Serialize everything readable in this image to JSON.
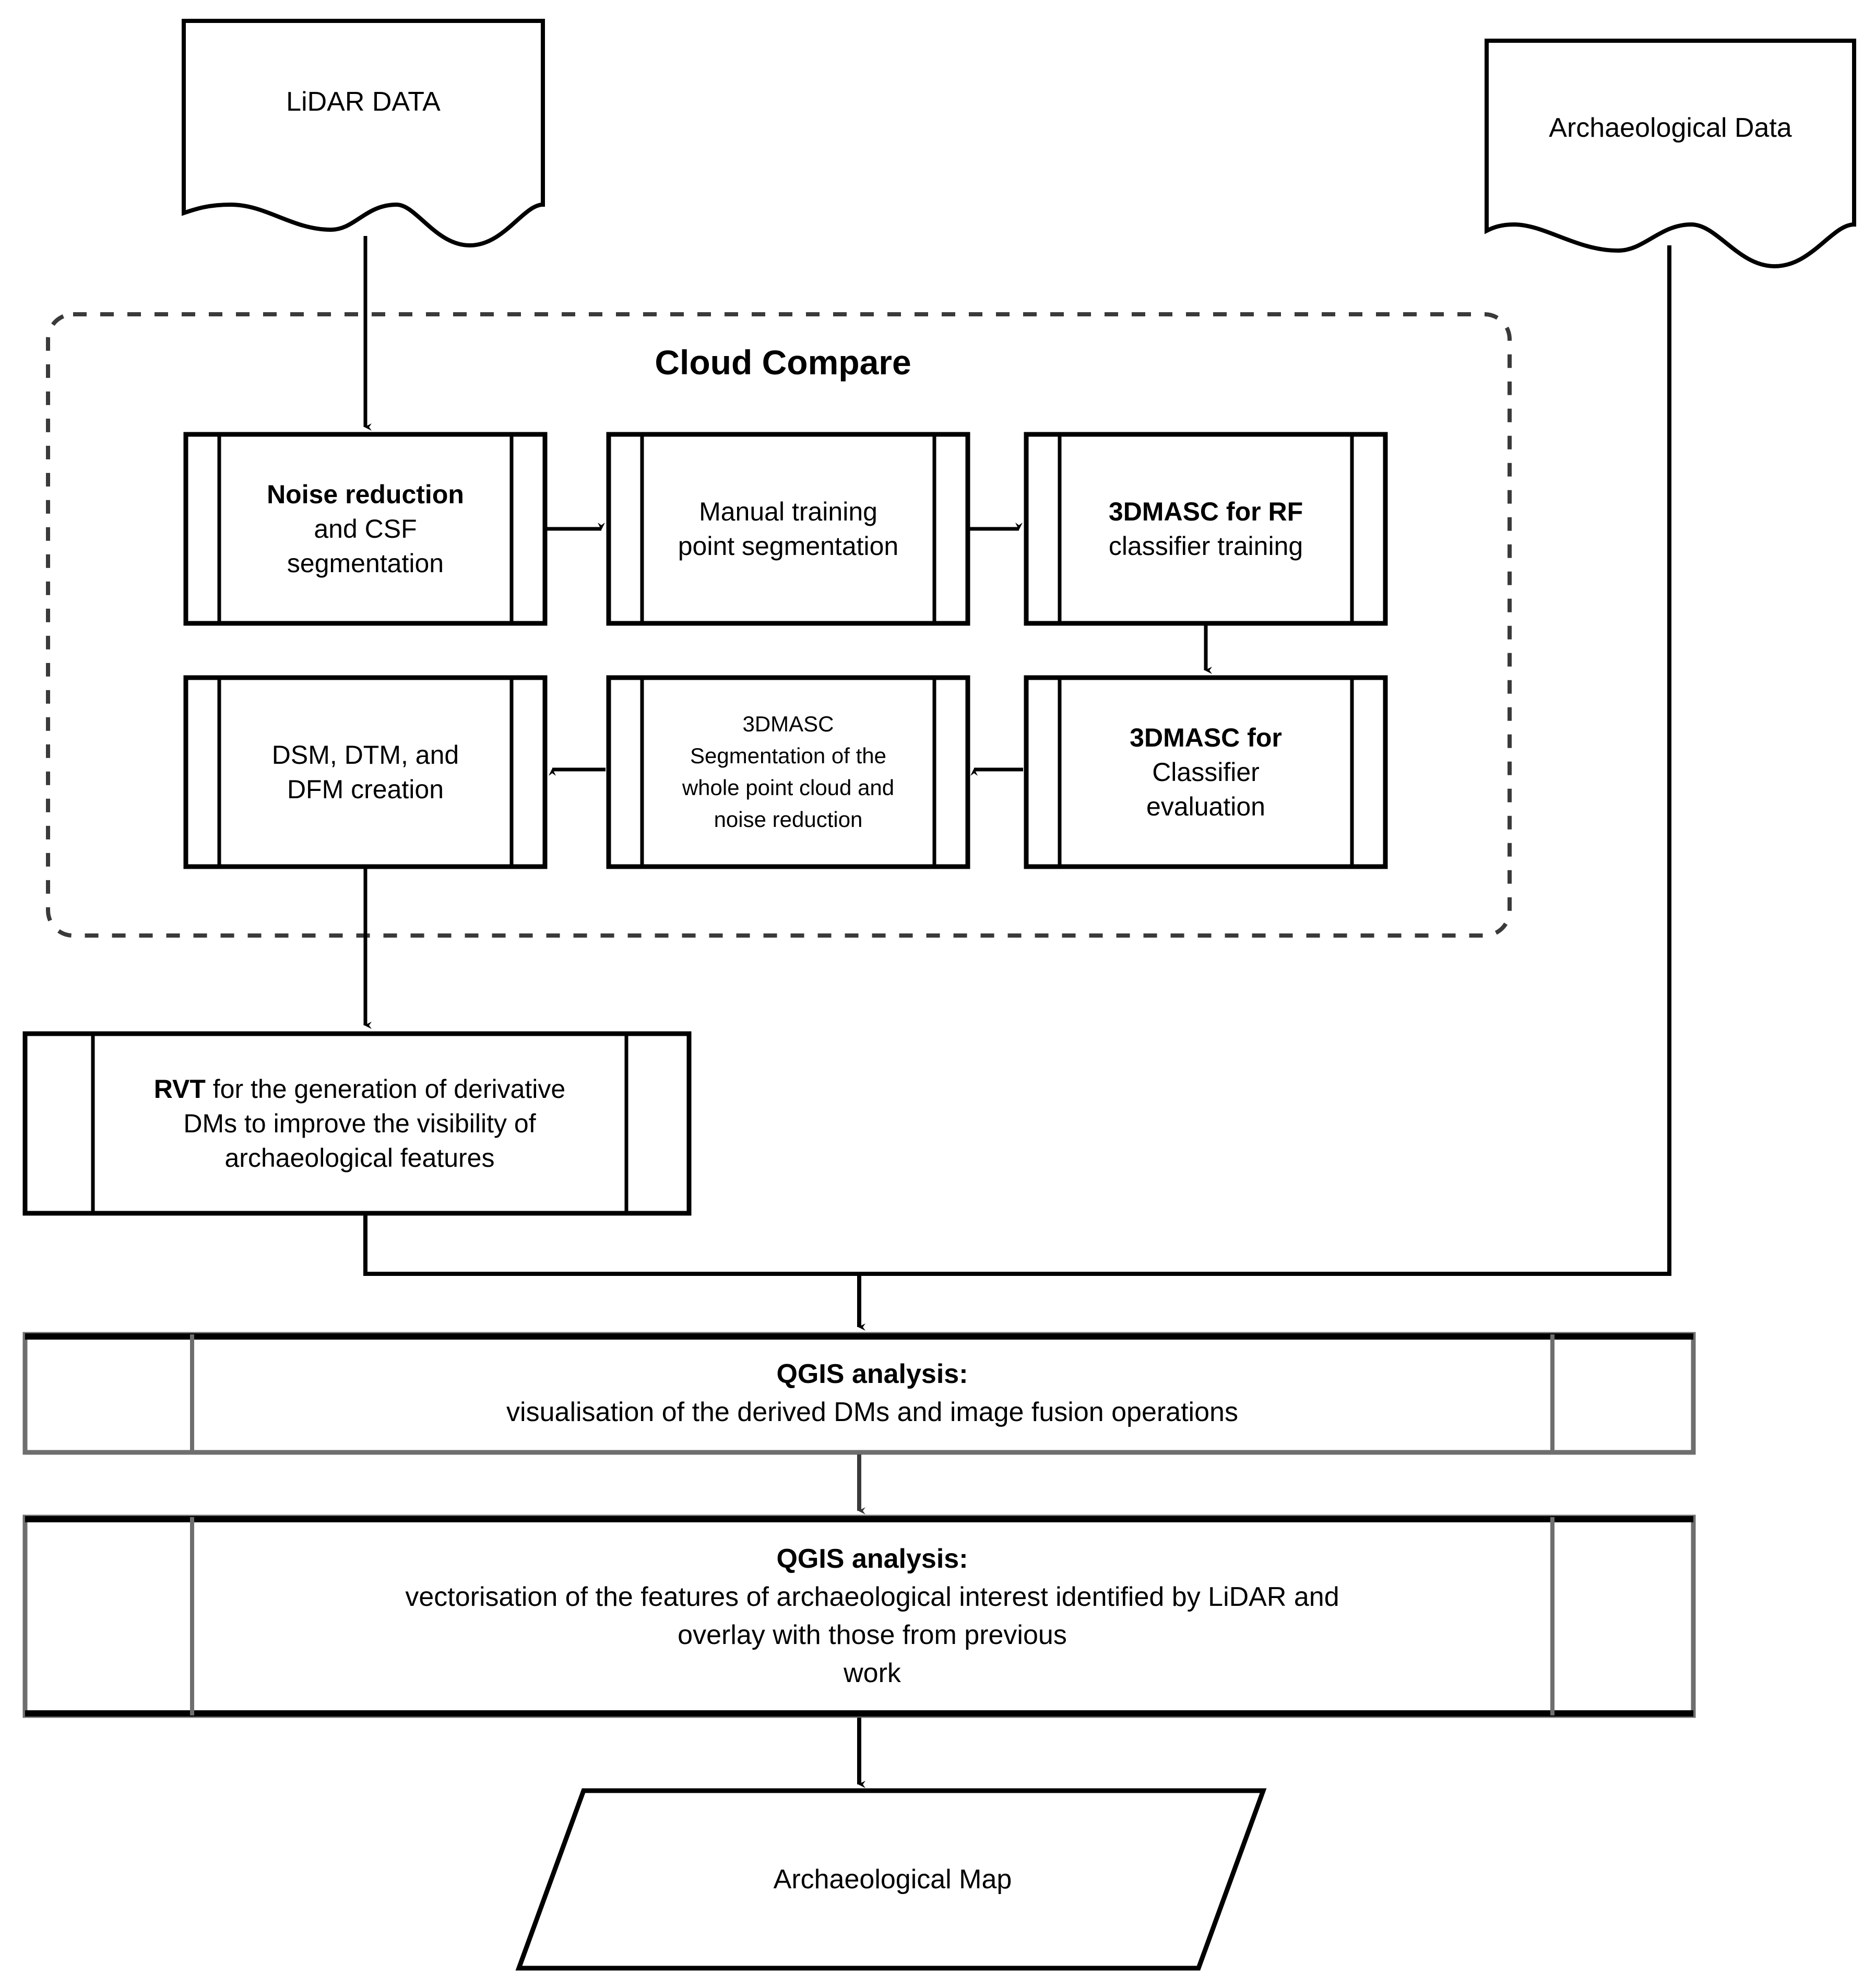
{
  "diagram": {
    "title": "LiDAR archaeological processing workflow",
    "colors": {
      "stroke": "#000000",
      "stroke_soft": "#6E6E6E",
      "fill": "#FFFFFF",
      "background": "#FFFFFF"
    },
    "group": {
      "label": "Cloud Compare",
      "border_style": "dashed"
    },
    "inputs": [
      {
        "id": "lidar-data",
        "shape": "document",
        "label": "LiDAR DATA"
      },
      {
        "id": "archaeological-data",
        "shape": "document",
        "label": "Archaeological Data"
      }
    ],
    "steps": [
      {
        "id": "noise-reduction",
        "shape": "predefined-process",
        "lines": [
          {
            "text": "Noise reduction",
            "bold": true
          },
          {
            "text": "and CSF",
            "bold": false
          },
          {
            "text": "segmentation",
            "bold": false
          }
        ]
      },
      {
        "id": "manual-training",
        "shape": "predefined-process",
        "lines": [
          {
            "text": "Manual training",
            "bold": false
          },
          {
            "text": "point segmentation",
            "bold": false
          }
        ]
      },
      {
        "id": "rf-classifier-training",
        "shape": "predefined-process",
        "lines": [
          {
            "text": "3DMASC for RF",
            "bold": true
          },
          {
            "text": "classifier training",
            "bold": false
          }
        ]
      },
      {
        "id": "classifier-evaluation",
        "shape": "predefined-process",
        "lines": [
          {
            "text": "3DMASC for",
            "bold": true
          },
          {
            "text": "Classifier",
            "bold": false
          },
          {
            "text": "evaluation",
            "bold": false
          }
        ]
      },
      {
        "id": "whole-cloud-segmentation",
        "shape": "predefined-process",
        "lines": [
          {
            "text": "3DMASC",
            "bold": false
          },
          {
            "text": "Segmentation of the",
            "bold": false
          },
          {
            "text": "whole point cloud and",
            "bold": false
          },
          {
            "text": "noise reduction",
            "bold": false
          }
        ]
      },
      {
        "id": "dsm-dtm-dfm",
        "shape": "predefined-process",
        "lines": [
          {
            "text": "DSM, DTM, and",
            "bold": false
          },
          {
            "text": "DFM creation",
            "bold": false
          }
        ]
      },
      {
        "id": "rvt-generation",
        "shape": "predefined-process",
        "lines": [
          {
            "text": "RVT for the generation of derivative",
            "bold_prefix": "RVT"
          },
          {
            "text": "DMs to improve the visibility of",
            "bold": false
          },
          {
            "text": "archaeological features",
            "bold": false
          }
        ]
      },
      {
        "id": "qgis-visualisation",
        "shape": "predefined-process",
        "lines": [
          {
            "text": "QGIS analysis:",
            "bold": true
          },
          {
            "text": "visualisation of the derived DMs and image fusion operations",
            "bold": false
          }
        ]
      },
      {
        "id": "qgis-vectorisation",
        "shape": "predefined-process",
        "lines": [
          {
            "text": "QGIS analysis:",
            "bold": true
          },
          {
            "text": "vectorisation of the features of archaeological interest identified by LiDAR and",
            "bold": false
          },
          {
            "text": "overlay with those from previous",
            "bold": false
          },
          {
            "text": "work",
            "bold": false
          }
        ]
      }
    ],
    "output": {
      "id": "archaeological-map",
      "shape": "parallelogram",
      "label": "Archaeological Map"
    },
    "connectors": [
      {
        "from": "lidar-data",
        "to": "noise-reduction",
        "style": "arrow-down"
      },
      {
        "from": "noise-reduction",
        "to": "manual-training",
        "style": "arrow-right"
      },
      {
        "from": "manual-training",
        "to": "rf-classifier-training",
        "style": "arrow-right"
      },
      {
        "from": "rf-classifier-training",
        "to": "classifier-evaluation",
        "style": "arrow-down"
      },
      {
        "from": "classifier-evaluation",
        "to": "whole-cloud-segmentation",
        "style": "arrow-left"
      },
      {
        "from": "whole-cloud-segmentation",
        "to": "dsm-dtm-dfm",
        "style": "arrow-left"
      },
      {
        "from": "dsm-dtm-dfm",
        "to": "rvt-generation",
        "style": "arrow-down"
      },
      {
        "from": "rvt-generation",
        "to": "qgis-visualisation",
        "style": "elbow-down"
      },
      {
        "from": "archaeological-data",
        "to": "qgis-visualisation",
        "style": "elbow-down"
      },
      {
        "from": "qgis-visualisation",
        "to": "qgis-vectorisation",
        "style": "arrow-down"
      },
      {
        "from": "qgis-vectorisation",
        "to": "archaeological-map",
        "style": "arrow-down"
      }
    ]
  }
}
